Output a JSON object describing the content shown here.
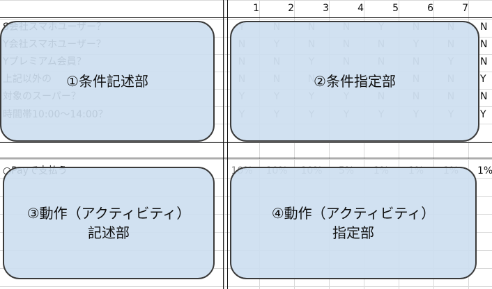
{
  "header_numbers": [
    "1",
    "2",
    "3",
    "4",
    "5",
    "6",
    "7"
  ],
  "conditions": [
    {
      "label": "S会社スマホユーザー？",
      "values": [
        "Y",
        "N",
        "N",
        "N",
        "Y",
        "N",
        "N"
      ],
      "extra": "N"
    },
    {
      "label": "Y会社スマホユーザー？",
      "values": [
        "N",
        "Y",
        "N",
        "N",
        "N",
        "Y",
        "N"
      ],
      "extra": "N"
    },
    {
      "label": "Yプレミアム会員？",
      "values": [
        "N",
        "N",
        "Y",
        "N",
        "N",
        "N",
        "Y"
      ],
      "extra": "N"
    },
    {
      "label": "上記以外の",
      "values": [
        "N",
        "N",
        "N",
        "Y",
        "N",
        "N",
        "N"
      ],
      "extra": "Y"
    },
    {
      "label": "対象のスーパー？",
      "values": [
        "Y",
        "Y",
        "Y",
        "Y",
        "N",
        "N",
        "N"
      ],
      "extra": "N"
    },
    {
      "label": "時間帯10:00～14:00？",
      "values": [
        "Y",
        "Y",
        "Y",
        "Y",
        "Y",
        "Y",
        "Y"
      ],
      "extra": "Y"
    }
  ],
  "action": {
    "label": "○Payで支払う",
    "values": [
      "10%",
      "10%",
      "10%",
      "5%",
      "1%",
      "1%",
      "1%"
    ],
    "extra": "1%"
  },
  "panels": {
    "p1": {
      "line1": "①条件記述部"
    },
    "p2": {
      "line1": "②条件指定部"
    },
    "p3": {
      "line1": "③動作（アクティビティ）",
      "line2": "記述部"
    },
    "p4": {
      "line1": "④動作（アクティビティ）",
      "line2": "指定部"
    }
  }
}
